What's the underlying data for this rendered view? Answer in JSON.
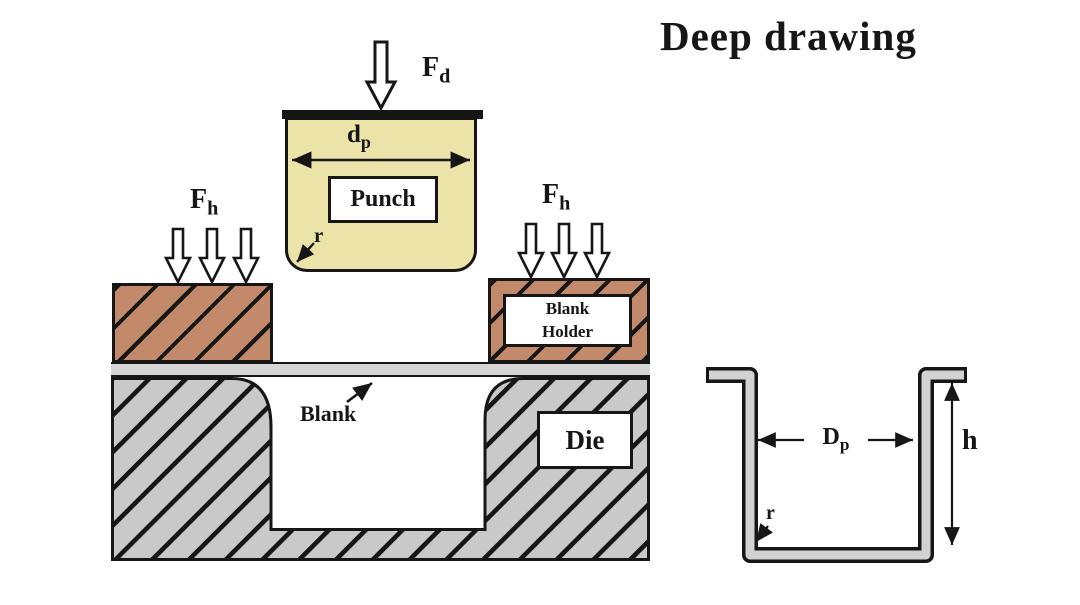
{
  "title": "Deep drawing",
  "colors": {
    "punch": "#ebe3a8",
    "holder": "#c28a6b",
    "die": "#c9c9c9",
    "blank": "#d6d6d6",
    "cup": "#d2d2d2",
    "ink": "#161616"
  },
  "punch": {
    "force_label": {
      "base": "F",
      "sub": "d"
    },
    "diameter_label": {
      "base": "d",
      "sub": "p"
    },
    "name": "Punch",
    "radius_label": "r"
  },
  "blank_holder": {
    "force_label": {
      "base": "F",
      "sub": "h"
    },
    "name_line1": "Blank",
    "name_line2": "Holder"
  },
  "blank": {
    "name": "Blank"
  },
  "die": {
    "name": "Die"
  },
  "cup": {
    "diameter_label": {
      "base": "D",
      "sub": "p"
    },
    "height_label": "h",
    "radius_label": "r"
  }
}
